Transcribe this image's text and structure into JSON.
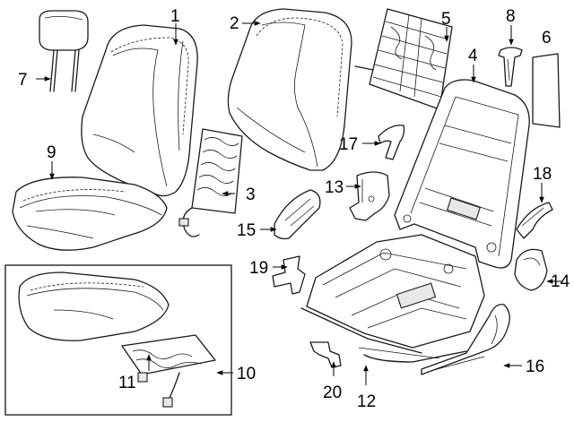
{
  "callouts": [
    {
      "id": "c1",
      "number": "1"
    },
    {
      "id": "c2",
      "number": "2"
    },
    {
      "id": "c3",
      "number": "3"
    },
    {
      "id": "c4",
      "number": "4"
    },
    {
      "id": "c5",
      "number": "5"
    },
    {
      "id": "c6",
      "number": "6"
    },
    {
      "id": "c7",
      "number": "7"
    },
    {
      "id": "c8",
      "number": "8"
    },
    {
      "id": "c9",
      "number": "9"
    },
    {
      "id": "c10",
      "number": "10"
    },
    {
      "id": "c11",
      "number": "11"
    },
    {
      "id": "c12",
      "number": "12"
    },
    {
      "id": "c13",
      "number": "13"
    },
    {
      "id": "c14",
      "number": "14"
    },
    {
      "id": "c15",
      "number": "15"
    },
    {
      "id": "c16",
      "number": "16"
    },
    {
      "id": "c17",
      "number": "17"
    },
    {
      "id": "c18",
      "number": "18"
    },
    {
      "id": "c19",
      "number": "19"
    },
    {
      "id": "c20",
      "number": "20"
    }
  ]
}
